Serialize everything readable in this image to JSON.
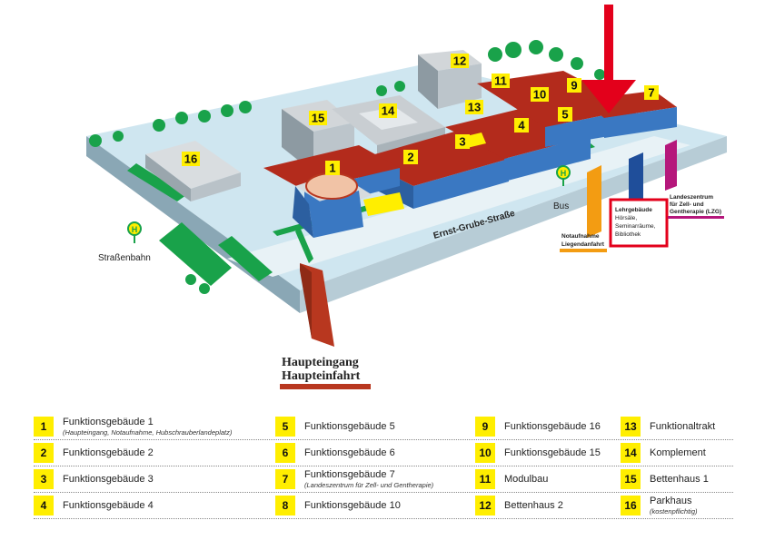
{
  "map": {
    "labels": {
      "strassenbahn": "Straßenbahn",
      "bus": "Bus",
      "street": "Ernst-Grube-Straße",
      "haupteingang_1": "Haupteingang",
      "haupteingang_2": "Haupteinfahrt",
      "notaufnahme_1": "Notaufnahme",
      "notaufnahme_2": "Liegendanfahrt",
      "lehr_title": "Lehrgebäude",
      "lehr_1": "Hörsäle,",
      "lehr_2": "Seminarräume,",
      "lehr_3": "Bibliothek",
      "lzg_1": "Landeszentrum",
      "lzg_2": "für Zell- und",
      "lzg_3": "Gentherapie (LZG)",
      "stop_symbol": "H"
    },
    "badges": [
      "1",
      "2",
      "3",
      "4",
      "5",
      "9",
      "10",
      "11",
      "12",
      "13",
      "14",
      "15",
      "16",
      "7"
    ],
    "colors": {
      "ground": "#cfe6f0",
      "roof": "#b32b1c",
      "green": "#19a24a",
      "yellow": "#ffee00",
      "highlight": "#e3001b",
      "orange": "#f39c12",
      "blue_marker": "#1f4e9a",
      "magenta_marker": "#b5177b",
      "entrance_red": "#b8371f"
    }
  },
  "legend": [
    {
      "num": "1",
      "name": "Funktionsgebäude 1",
      "sub": "(Haupteingang, Notaufnahme, Hubschrauberlandeplatz)"
    },
    {
      "num": "2",
      "name": "Funktionsgebäude 2",
      "sub": ""
    },
    {
      "num": "3",
      "name": "Funktionsgebäude 3",
      "sub": ""
    },
    {
      "num": "4",
      "name": "Funktionsgebäude 4",
      "sub": ""
    },
    {
      "num": "5",
      "name": "Funktionsgebäude 5",
      "sub": ""
    },
    {
      "num": "6",
      "name": "Funktionsgebäude 6",
      "sub": ""
    },
    {
      "num": "7",
      "name": "Funktionsgebäude 7",
      "sub": "(Landeszentrum für Zell- und Gentherapie)"
    },
    {
      "num": "8",
      "name": "Funktionsgebäude 10",
      "sub": ""
    },
    {
      "num": "9",
      "name": "Funktionsgebäude 16",
      "sub": ""
    },
    {
      "num": "10",
      "name": "Funktionsgebäude 15",
      "sub": ""
    },
    {
      "num": "11",
      "name": "Modulbau",
      "sub": ""
    },
    {
      "num": "12",
      "name": "Bettenhaus 2",
      "sub": ""
    },
    {
      "num": "13",
      "name": "Funktionaltrakt",
      "sub": ""
    },
    {
      "num": "14",
      "name": "Komplement",
      "sub": ""
    },
    {
      "num": "15",
      "name": "Bettenhaus 1",
      "sub": ""
    },
    {
      "num": "16",
      "name": "Parkhaus",
      "sub": "(kostenpflichtig)"
    }
  ]
}
